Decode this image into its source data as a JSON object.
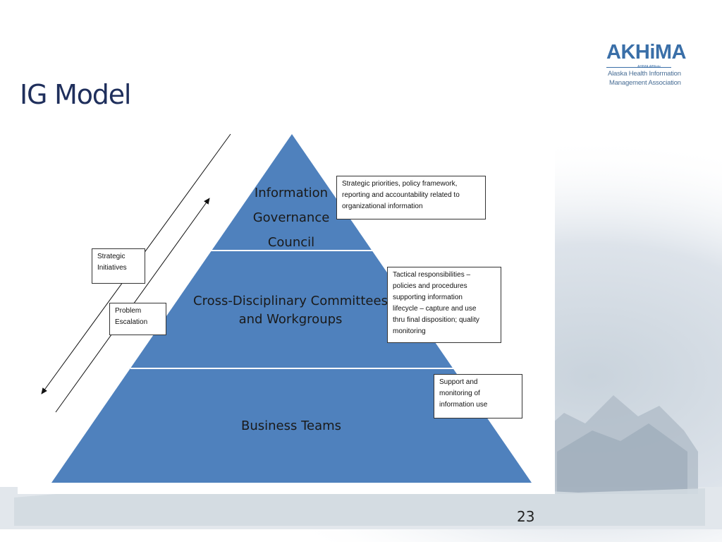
{
  "slide": {
    "title": "IG Model",
    "slide_number": "23"
  },
  "logo": {
    "name": "AKHiMA",
    "affiliate": "AHIMA Affiliate",
    "line1": "Alaska Health Information",
    "line2": "Management Association"
  },
  "pyramid": {
    "tiers": [
      {
        "id": "top",
        "lines": [
          "Information",
          "Governance",
          "Council"
        ]
      },
      {
        "id": "middle",
        "lines": [
          "Cross-Disciplinary Committees",
          "and Workgroups"
        ]
      },
      {
        "id": "bottom",
        "lines": [
          "Business Teams"
        ]
      }
    ],
    "fill_color": "#4f81bd",
    "divider_color": "#ffffff"
  },
  "notes": [
    {
      "id": "top",
      "lines": [
        "Strategic priorities, policy framework,",
        "reporting and accountability related to",
        "organizational information"
      ]
    },
    {
      "id": "middle",
      "lines": [
        "Tactical responsibilities –",
        "policies and procedures",
        "supporting information",
        "lifecycle – capture and use",
        "thru final disposition; quality",
        "monitoring"
      ]
    },
    {
      "id": "bottom",
      "lines": [
        "Support and",
        "monitoring of",
        "information use"
      ]
    }
  ],
  "arrows": [
    {
      "id": "strategic",
      "label_lines": [
        "Strategic",
        "Initiatives"
      ],
      "direction": "down-left"
    },
    {
      "id": "problem",
      "label_lines": [
        "Problem",
        "Escalation"
      ],
      "direction": "up-right"
    }
  ]
}
